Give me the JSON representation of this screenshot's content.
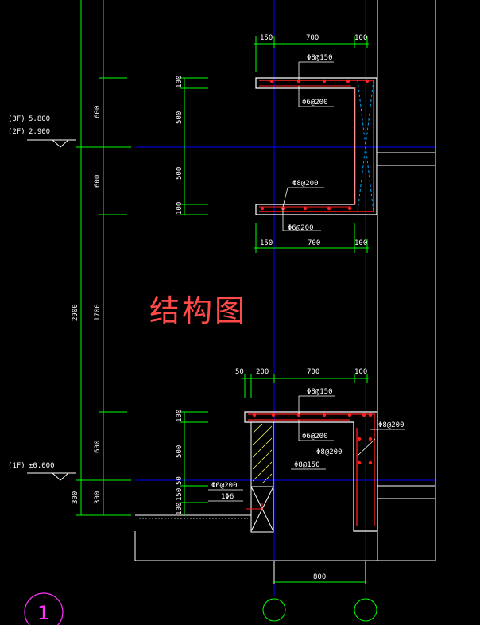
{
  "title": "结构图",
  "colors": {
    "background": "#000000",
    "dimension": "#00ff00",
    "axis": "#0000ff",
    "concrete": "#ffffff",
    "rebar": "#ff2020",
    "callout": "#ffffff",
    "hatch": "#ffff66",
    "title": "#ff4a4a",
    "detail_marker": "#ff33ff"
  },
  "levels": [
    {
      "floor": "(3F)",
      "elevation": "5.800"
    },
    {
      "floor": "(2F)",
      "elevation": "2.900"
    },
    {
      "floor": "(1F)",
      "elevation": "±0.000"
    }
  ],
  "dimensions": {
    "top_beam_top": [
      "150",
      "700",
      "100"
    ],
    "top_beam_bottom": [
      "150",
      "700",
      "100"
    ],
    "bottom_beam_top": [
      "50",
      "200",
      "700",
      "100"
    ],
    "bottom_width": "800",
    "vertical_outer": [
      "2900",
      "300"
    ],
    "vertical_inner": [
      "600",
      "600",
      "1700",
      "600",
      "300"
    ],
    "top_beam_depths": [
      "100",
      "500",
      "500",
      "100"
    ],
    "bottom_beam_depths": [
      "100",
      "500",
      "50",
      "150",
      "100"
    ]
  },
  "rebar_labels": {
    "top_upper_main": "Φ8@150",
    "top_upper_stirrup": "Φ6@200",
    "top_lower_main": "Φ8@200",
    "top_lower_stirrup": "Φ6@200",
    "bottom_main": "Φ8@150",
    "bottom_stirrup": "Φ6@200",
    "bottom_right_1": "Φ8@200",
    "bottom_right_2": "Φ8@200",
    "bottom_inner": "Φ8@150",
    "bottom_left_1": "Φ6@200",
    "bottom_left_2": "1Φ6"
  },
  "detail_number": "1"
}
